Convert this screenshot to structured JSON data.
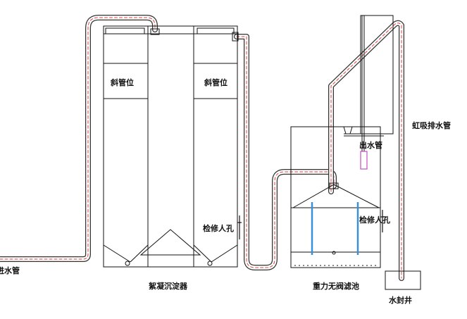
{
  "labels": {
    "inlet_pipe": "进水管",
    "tank_left": "斜管位",
    "tank_right": "斜管位",
    "manhole_left": "检修人孔",
    "settler": "絮凝沉淀器",
    "outlet_pipe": "出水管",
    "siphon_pipe": "虹吸排水管",
    "manhole_right": "检修人孔",
    "filter": "重力无阀滤池",
    "water_seal_well": "水封井"
  },
  "colors": {
    "pipe_outline": "#333333",
    "pipe_center": "#e0403a",
    "structure": "#111111",
    "filter_tube": "#3a8fd6",
    "valve": "#c34fc3"
  }
}
